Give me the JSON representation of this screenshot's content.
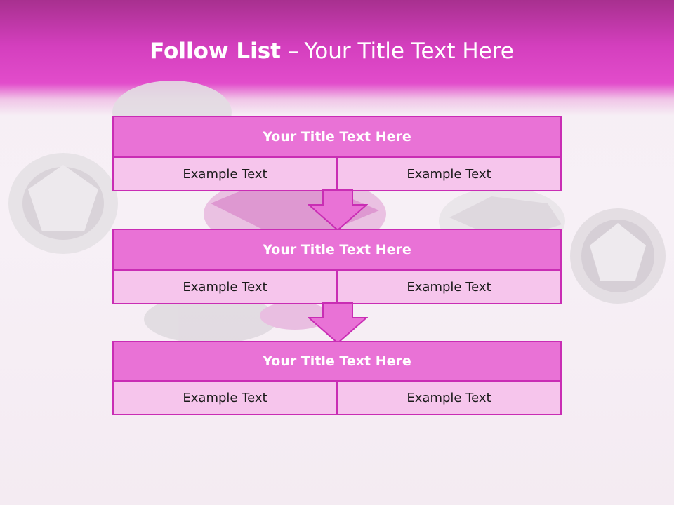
{
  "slide": {
    "title_bold": "Follow List",
    "title_dash": "–",
    "title_rest": "Your Title Text Here"
  },
  "steps": [
    {
      "title": "Your Title Text Here",
      "left": "Example Text",
      "right": "Example Text"
    },
    {
      "title": "Your Title Text Here",
      "left": "Example Text",
      "right": "Example Text"
    },
    {
      "title": "Your Title Text Here",
      "left": "Example Text",
      "right": "Example Text"
    }
  ],
  "colors": {
    "accent": "#e24ccb",
    "title_fill": "#e972d6",
    "cell_fill": "#f6c5ec",
    "border": "#c92db4"
  }
}
